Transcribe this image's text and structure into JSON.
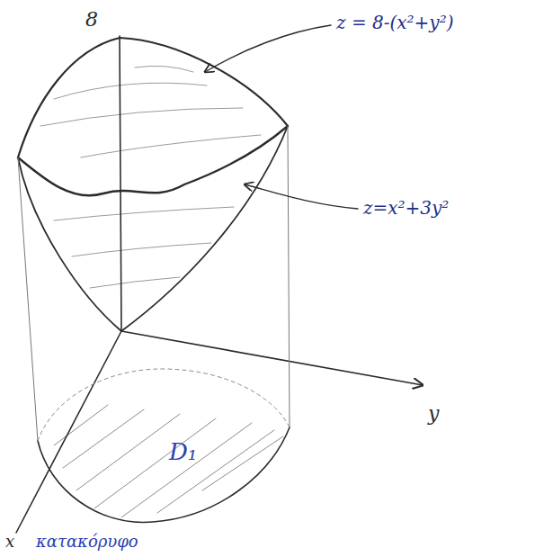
{
  "diagram": {
    "labels": [
      "8",
      "z = 8-(x²+y²)",
      "z=x²+3y²",
      "D₁",
      "y",
      "x",
      "κατακόρυφο"
    ]
  }
}
